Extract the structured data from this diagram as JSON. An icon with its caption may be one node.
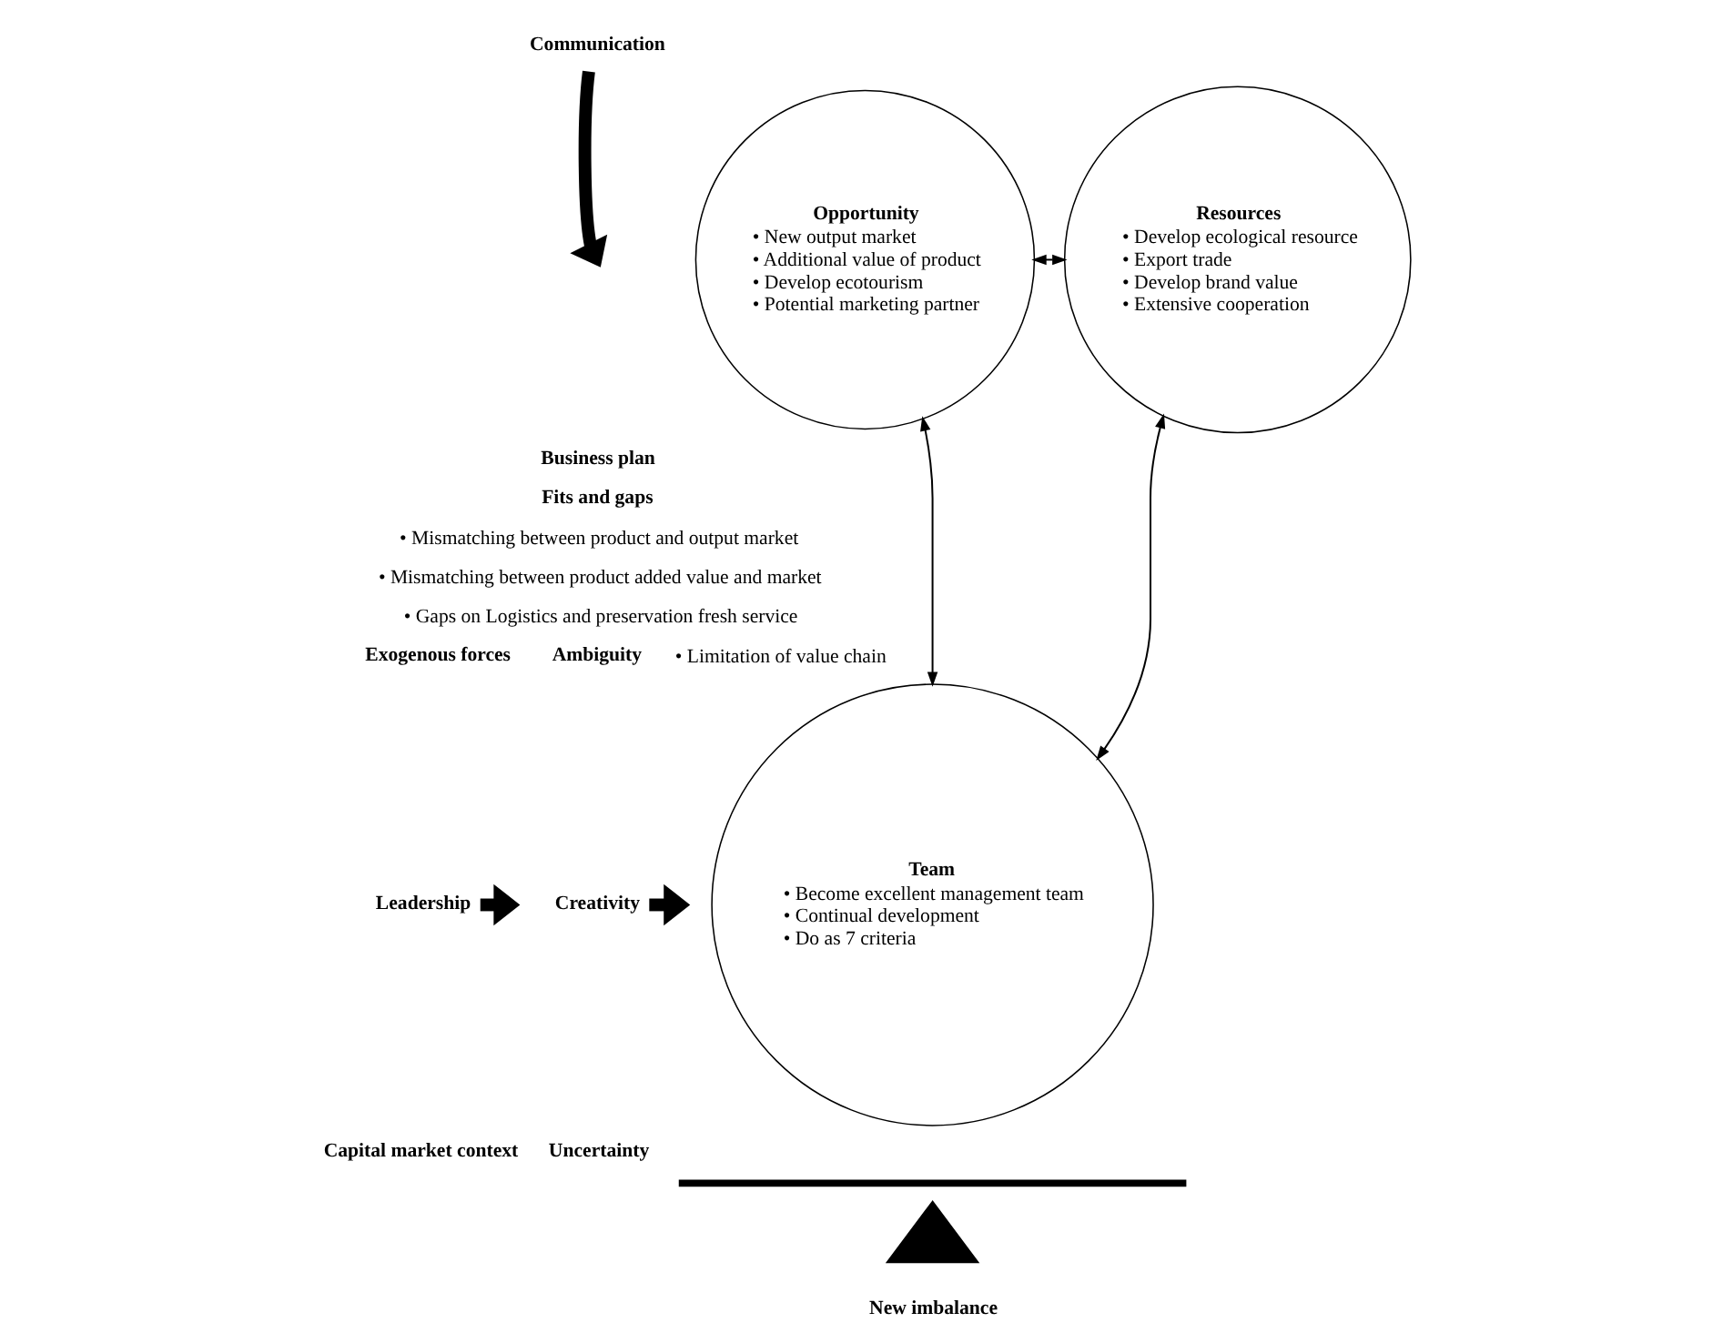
{
  "diagram": {
    "nodes": [
      {
        "text": [
          "Communication"
        ]
      },
      {
        "text": [
          "Opportunity",
          "• New output market",
          "• Additional value of product",
          "• Develop ecotourism",
          "• Potential marketing partner"
        ]
      },
      {
        "text": [
          "Resources",
          "• Develop ecological resource",
          "• Export trade",
          "• Develop brand value",
          "• Extensive cooperation"
        ]
      },
      {
        "text": [
          "Creativity"
        ]
      },
      {
        "text": [
          "Team",
          "• Become excellent management team",
          "• Continual development",
          "• Do as 7 criteria"
        ]
      },
      {
        "text": [
          "Leadership"
        ]
      },
      {
        "text": [],
        "shape": "bar"
      },
      {
        "text": [],
        "shape": "triangle"
      }
    ],
    "edges": [
      {
        "from": 0,
        "to": null,
        "arrow": "to",
        "style": "thick"
      },
      {
        "from": 1,
        "to": 2,
        "arrow": "both"
      },
      {
        "from": 1,
        "to": 4,
        "arrow": "both"
      },
      {
        "from": 2,
        "to": 4,
        "arrow": "both"
      },
      {
        "from": 3,
        "to": null,
        "arrow": "to",
        "style": "thick"
      },
      {
        "from": 5,
        "to": null,
        "arrow": "to",
        "style": "thick"
      }
    ],
    "labels": [
      "Business plan",
      "Fits and gaps",
      "• Mismatching between product and output market",
      "• Mismatching between product added value and market",
      "• Gaps on Logistics and preservation fresh service",
      "• Limitation of value chain",
      "Ambiguity",
      "Exogenous forces",
      "Uncertainty",
      "Capital market context",
      "New imbalance"
    ]
  }
}
